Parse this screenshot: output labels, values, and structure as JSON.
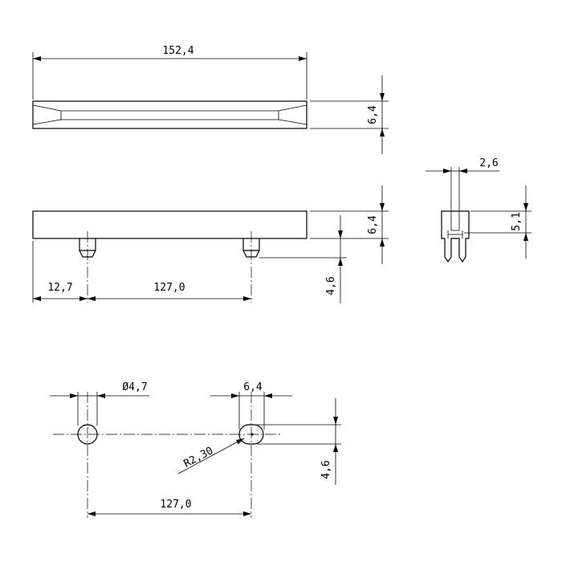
{
  "dimensions": {
    "top_overall_length": "152,4",
    "top_height": "6,4",
    "side_height": "6,4",
    "side_pin_offset": "12,7",
    "side_pin_pitch": "127,0",
    "side_pin_length": "4,6",
    "end_width": "2,6",
    "end_height": "5,1",
    "bottom_hole_diameter": "Ø4,7",
    "bottom_slot_width": "6,4",
    "bottom_slot_radius": "R2,30",
    "bottom_slot_height": "4,6",
    "bottom_pitch": "127,0"
  }
}
